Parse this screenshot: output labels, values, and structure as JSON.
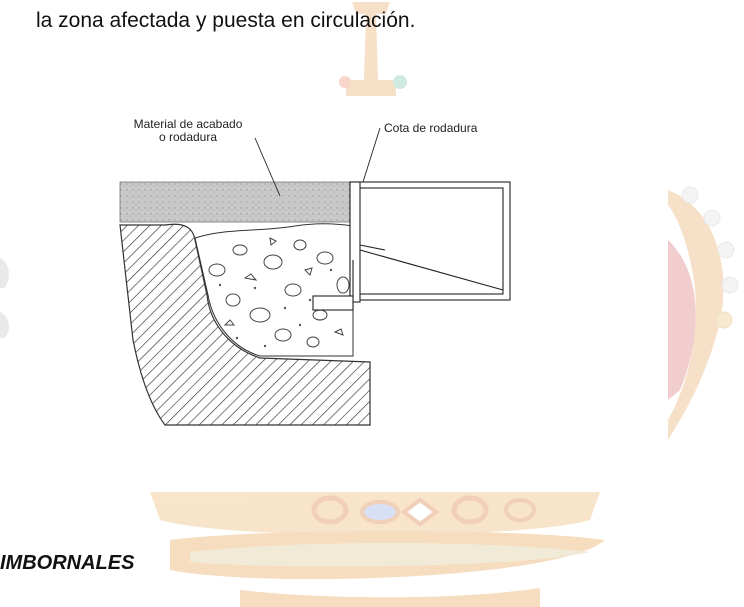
{
  "document": {
    "body_text": "la zona afectada y puesta en circulación.",
    "section_heading": "IMBORNALES"
  },
  "figure": {
    "labels": {
      "material": "Material de acabado\no rodadura",
      "cota": "Cota de rodadura"
    },
    "colors": {
      "wearing_course": "#c9c9c9",
      "hatch": "#333333",
      "line": "#222222"
    }
  },
  "watermark": {
    "description_icon": "crown-emblem-watermark",
    "colors": {
      "gold": "#e8b878",
      "red": "#d88a8a",
      "blue": "#8fa8d8",
      "green": "#9fd3b8"
    }
  }
}
